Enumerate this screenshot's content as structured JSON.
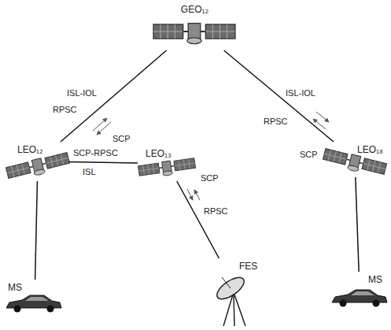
{
  "diagram": {
    "nodes": [
      {
        "text": [
          "GEO₁₂"
        ]
      },
      {
        "text": [
          "LEO₁₂"
        ]
      },
      {
        "text": [
          "LEO₁₃"
        ]
      },
      {
        "text": [
          "LEO₁₈"
        ]
      },
      {
        "text": [
          "MS"
        ]
      },
      {
        "text": [
          "FES"
        ]
      },
      {
        "text": [
          "MS"
        ]
      }
    ],
    "edges": [
      {
        "from": 0,
        "to": 1,
        "arrow": "none",
        "label": "ISL-IOL"
      },
      {
        "from": 0,
        "to": 3,
        "arrow": "none",
        "label": "ISL-IOL"
      },
      {
        "from": 1,
        "to": 2,
        "arrow": "none",
        "label": "ISL"
      },
      {
        "from": 1,
        "to": 4,
        "arrow": "none"
      },
      {
        "from": 2,
        "to": 5,
        "arrow": "none"
      },
      {
        "from": 3,
        "to": 6,
        "arrow": "none"
      }
    ],
    "labels": [
      "RPSC",
      "SCP",
      "SCP-RPSC",
      "SCP",
      "RPSC",
      "RPSC",
      "SCP"
    ]
  }
}
